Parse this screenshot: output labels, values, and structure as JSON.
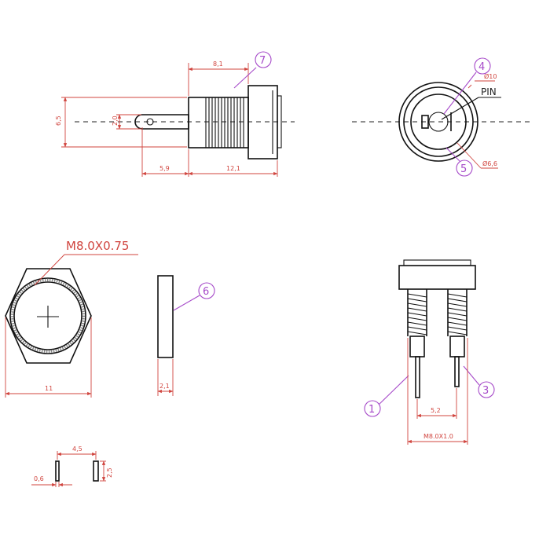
{
  "side_view": {
    "dim_length_total": "8,1",
    "dim_height": "6,5",
    "dim_pin": "2,0",
    "dim_pin_len": "5,9",
    "dim_body_len": "12,1",
    "callout_top": "7"
  },
  "front_view": {
    "callout_pin_center": "4",
    "dim_outer": "Ø10",
    "pin_label": "PIN",
    "callout_body": "5",
    "dim_inner": "Ø6,6"
  },
  "nut_view": {
    "thread_label": "M8.0X0.75",
    "dim_width": "11"
  },
  "washer_view": {
    "callout": "6",
    "dim_thickness": "2,1"
  },
  "bottom_view": {
    "callout_left": "1",
    "callout_right": "3",
    "dim_pin_spacing": "5,2",
    "dim_thread": "M8.0X1.0"
  },
  "terminal_view": {
    "dim_spacing": "4,5",
    "dim_thickness": "0,6",
    "dim_height": "2,5"
  },
  "colors": {
    "dimension": "#d0443e",
    "callout": "#a64ac9",
    "outline": "#111111"
  }
}
